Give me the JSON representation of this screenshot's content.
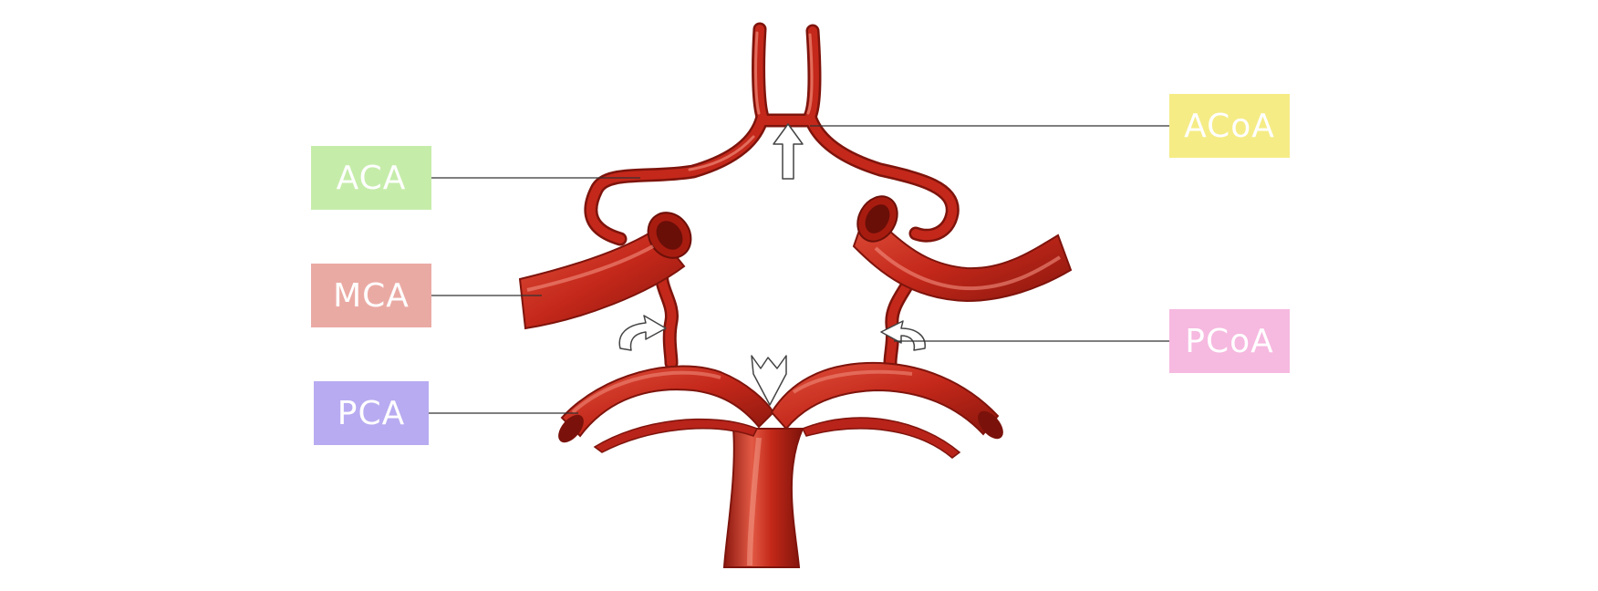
{
  "labels": {
    "aca": {
      "text": "ACA",
      "color": "#c6ecaa"
    },
    "mca": {
      "text": "MCA",
      "color": "#eaaaa4"
    },
    "pca": {
      "text": "PCA",
      "color": "#b8abf1"
    },
    "acoa": {
      "text": "ACoA",
      "color": "#f5ec86"
    },
    "pcoa": {
      "text": "PCoA",
      "color": "#f6b9e0"
    }
  },
  "colors": {
    "artery": "#c4281a",
    "artery_dark": "#7e140c",
    "artery_highlight": "#ea6a58",
    "leader_line": "#333333",
    "arrow_fill": "#ffffff",
    "arrow_stroke": "#444444"
  }
}
